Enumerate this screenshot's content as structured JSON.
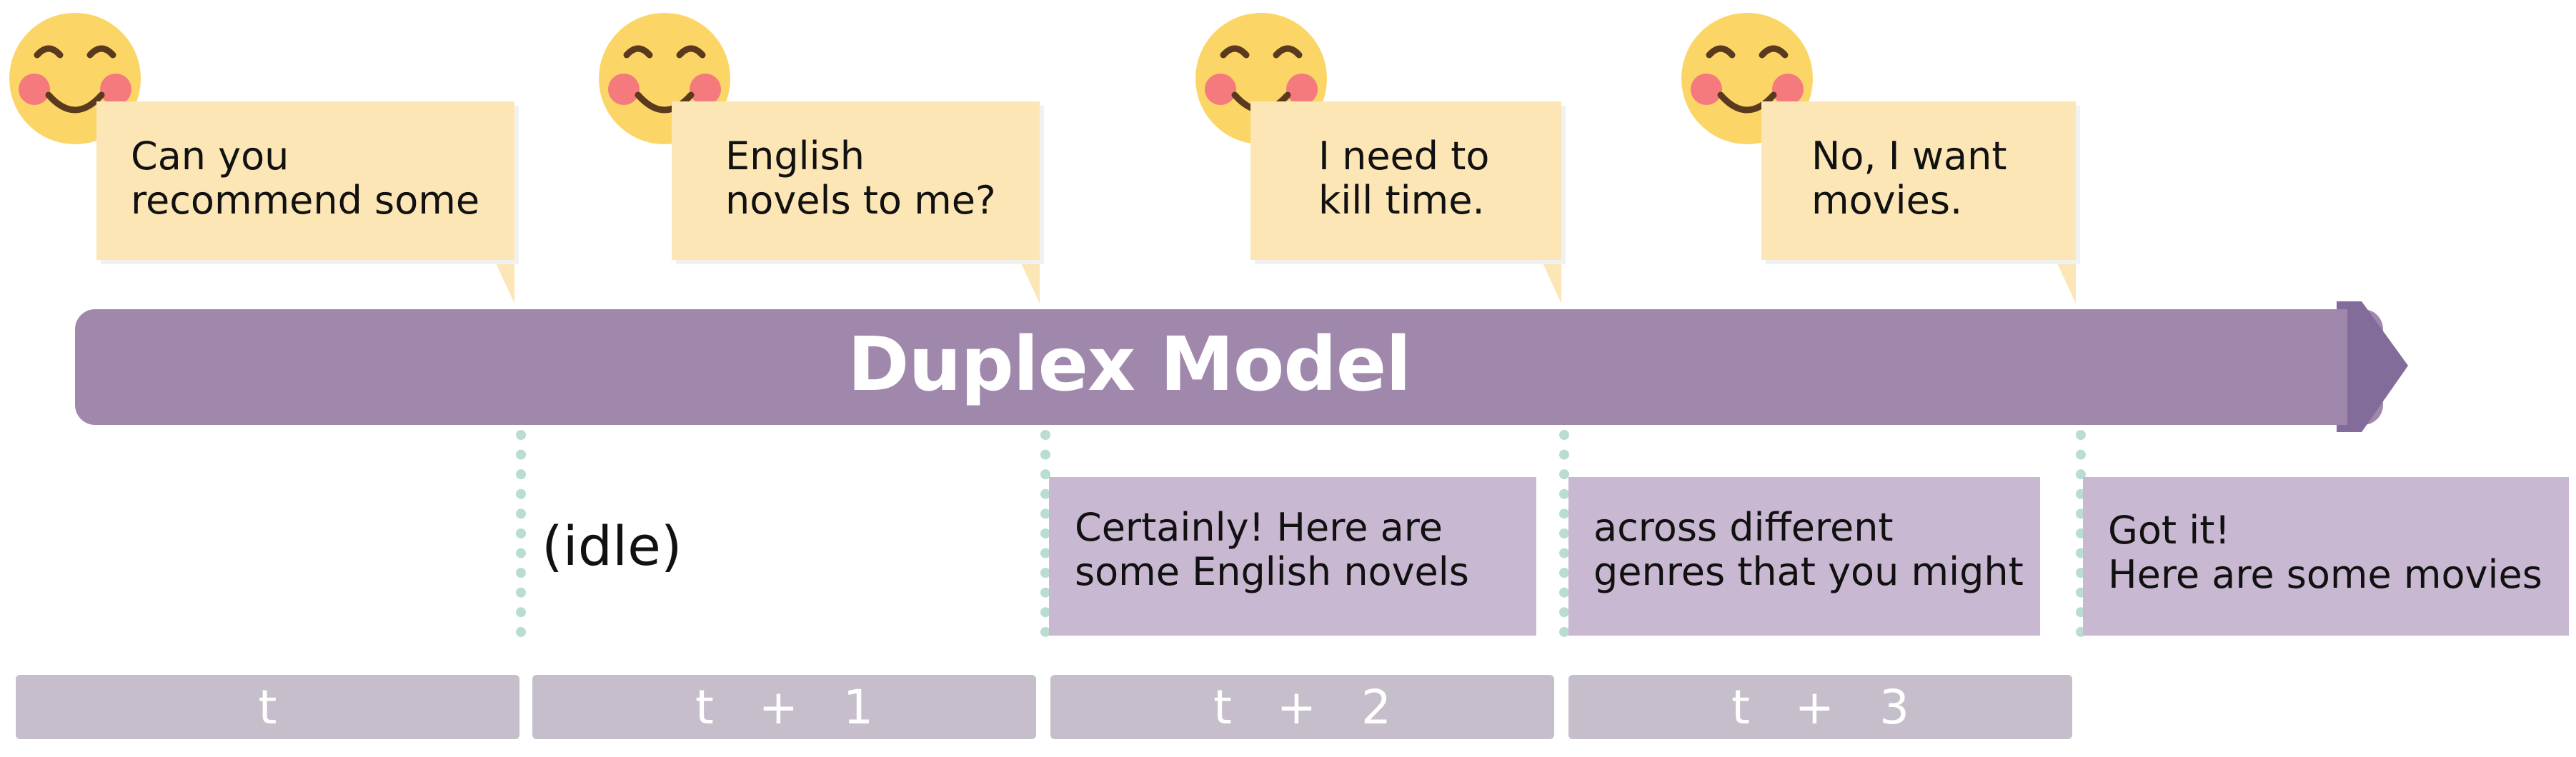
{
  "title": "Duplex Model",
  "user_turns": [
    {
      "lines": [
        "Can you",
        "recommend some"
      ]
    },
    {
      "lines": [
        "English",
        "novels to me?"
      ]
    },
    {
      "lines": [
        "I need to",
        "kill time."
      ]
    },
    {
      "lines": [
        "No, I want",
        "movies."
      ]
    }
  ],
  "idle_label": "(idle)",
  "model_turns": [
    {
      "lines": [
        "Certainly! Here are",
        "some English novels"
      ]
    },
    {
      "lines": [
        "across different",
        "genres that you might"
      ]
    },
    {
      "lines": [
        "Got it!",
        "Here are some movies"
      ]
    }
  ],
  "time_steps": [
    "t",
    "t   +   1",
    "t   +   2",
    "t   +   3"
  ],
  "colors": {
    "bubble": "#fde6b5",
    "arrow": "#a088ad",
    "arrow_head": "#826c99",
    "response": "#c9b8d2",
    "divider": "#b9ddd0",
    "time_bar": "#c6bfcb",
    "face": "#fbd666",
    "cheek": "#f57a7d"
  },
  "icons": [
    "smiling-face-icon"
  ]
}
